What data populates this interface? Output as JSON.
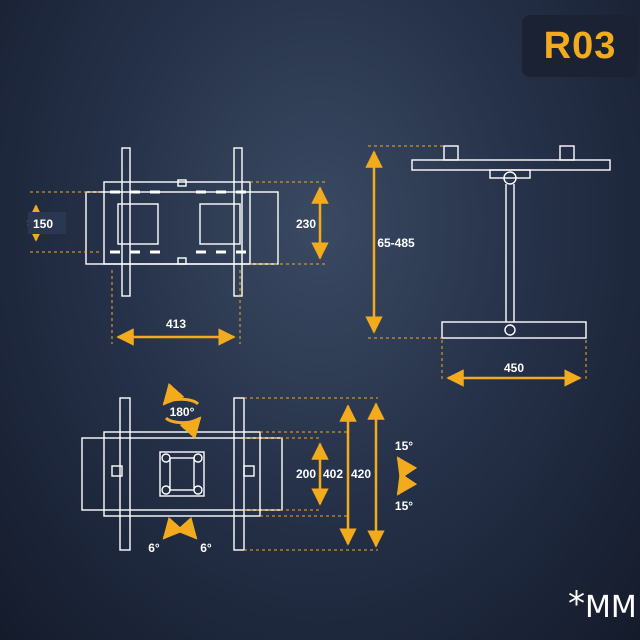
{
  "model": "R03",
  "unit": {
    "star": "*",
    "label": "MM"
  },
  "colors": {
    "accent": "#f3ab1e",
    "line": "#ffffff",
    "background": "#1f2a3e"
  },
  "dimensions": {
    "front_height": "150",
    "front_width": "413",
    "front_outer_height": "230",
    "pole_height": "65-485",
    "base_width": "450",
    "rear_inner": "200",
    "rear_middle": "402",
    "rear_outer": "420",
    "rotation": "180°",
    "tilt_up": "15°",
    "tilt_down": "15°",
    "swivel_left": "6°",
    "swivel_right": "6°"
  },
  "icons": [
    "rotation-arrow-icon",
    "tilt-arrow-icon",
    "swivel-arrow-icon"
  ]
}
